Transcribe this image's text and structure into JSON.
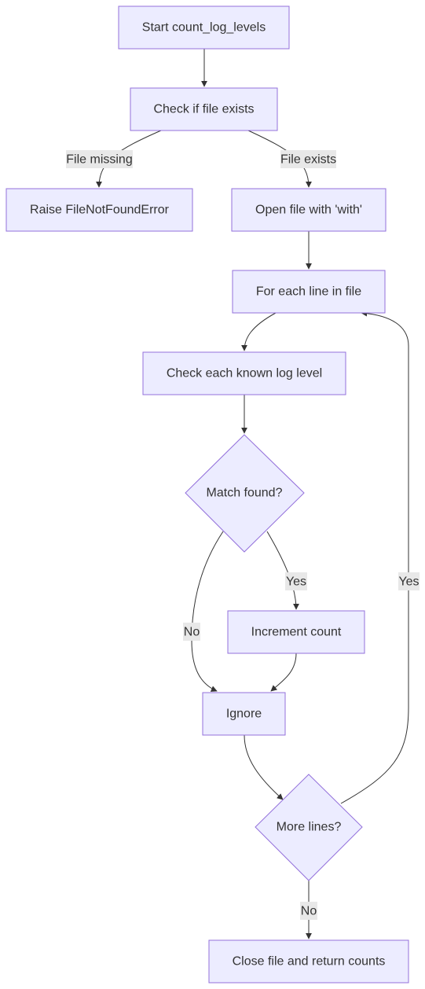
{
  "diagram": {
    "nodes": {
      "start": "Start count_log_levels",
      "check_file": "Check if file exists",
      "raise_error": "Raise FileNotFoundError",
      "open_file": "Open file with 'with'",
      "for_each_line": "For each line in file",
      "check_levels": "Check each known log level",
      "match_found": "Match found?",
      "increment": "Increment count",
      "ignore": "Ignore",
      "more_lines": "More lines?",
      "close_return": "Close file and return counts"
    },
    "edge_labels": {
      "file_missing": "File missing",
      "file_exists": "File exists",
      "match_yes": "Yes",
      "match_no": "No",
      "more_yes": "Yes",
      "more_no": "No"
    },
    "colors": {
      "node_fill": "#ececff",
      "node_stroke": "#9370db",
      "edge": "#333333",
      "label_background": "#e8e8e8",
      "text": "#333333"
    }
  }
}
